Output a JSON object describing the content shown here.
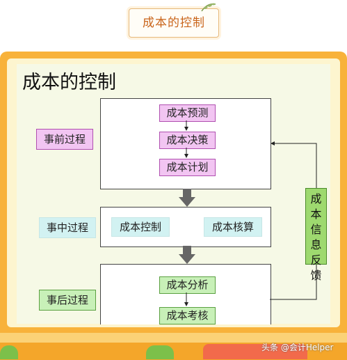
{
  "header": {
    "title": "成本的控制"
  },
  "slide": {
    "title": "成本的控制",
    "phases": {
      "before": "事前过程",
      "during": "事中过程",
      "after": "事后过程"
    },
    "before_steps": [
      "成本预测",
      "成本决策",
      "成本计划"
    ],
    "during_steps": [
      "成本控制",
      "成本核算"
    ],
    "after_steps": [
      "成本分析",
      "成本考核"
    ],
    "feedback": [
      "成",
      "本",
      "信",
      "息",
      "反",
      "馈"
    ]
  },
  "footer": {
    "watermark": "头条 @会计Helper"
  },
  "colors": {
    "frame": "#f8b23a",
    "pink_box": "#f2c5f2",
    "cyan_box": "#d2f2f2",
    "green_box": "#c8f0b8",
    "feedback_box": "#9ed96f",
    "title_text": "#c9641a"
  }
}
